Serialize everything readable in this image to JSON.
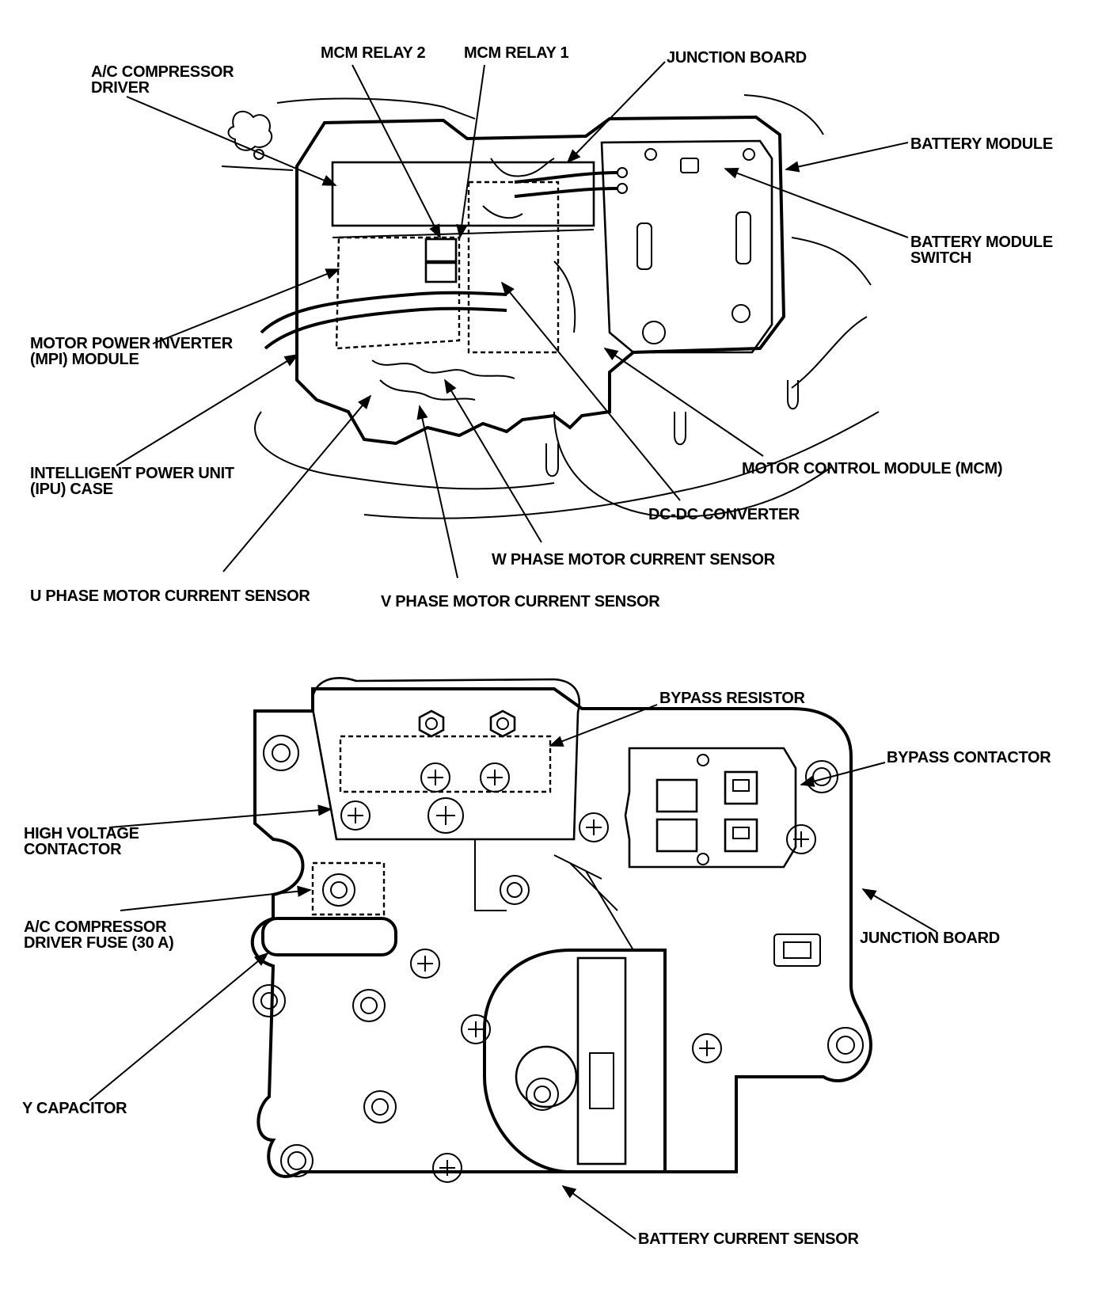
{
  "top_view": {
    "labels": {
      "ac_compressor_driver": [
        "A/C COMPRESSOR",
        "DRIVER"
      ],
      "mcm_relay_2": "MCM RELAY 2",
      "mcm_relay_1": "MCM RELAY 1",
      "junction_board": "JUNCTION BOARD",
      "battery_module": "BATTERY MODULE",
      "battery_module_switch": [
        "BATTERY MODULE",
        "SWITCH"
      ],
      "mpi_module": [
        "MOTOR POWER INVERTER",
        "(MPI) MODULE"
      ],
      "ipu_case": [
        "INTELLIGENT POWER UNIT",
        "(IPU) CASE"
      ],
      "mcm": "MOTOR CONTROL MODULE (MCM)",
      "dcdc_converter": "DC-DC CONVERTER",
      "w_phase_sensor": "W PHASE MOTOR CURRENT SENSOR",
      "u_phase_sensor": "U PHASE MOTOR CURRENT SENSOR",
      "v_phase_sensor": "V PHASE MOTOR CURRENT SENSOR"
    }
  },
  "bottom_view": {
    "labels": {
      "bypass_resistor": "BYPASS RESISTOR",
      "bypass_contactor": "BYPASS CONTACTOR",
      "high_voltage_contactor": [
        "HIGH VOLTAGE",
        "CONTACTOR"
      ],
      "ac_compressor_driver_fuse": [
        "A/C COMPRESSOR",
        "DRIVER FUSE (30 A)"
      ],
      "junction_board": "JUNCTION BOARD",
      "y_capacitor": "Y CAPACITOR",
      "battery_current_sensor": "BATTERY CURRENT SENSOR"
    }
  }
}
